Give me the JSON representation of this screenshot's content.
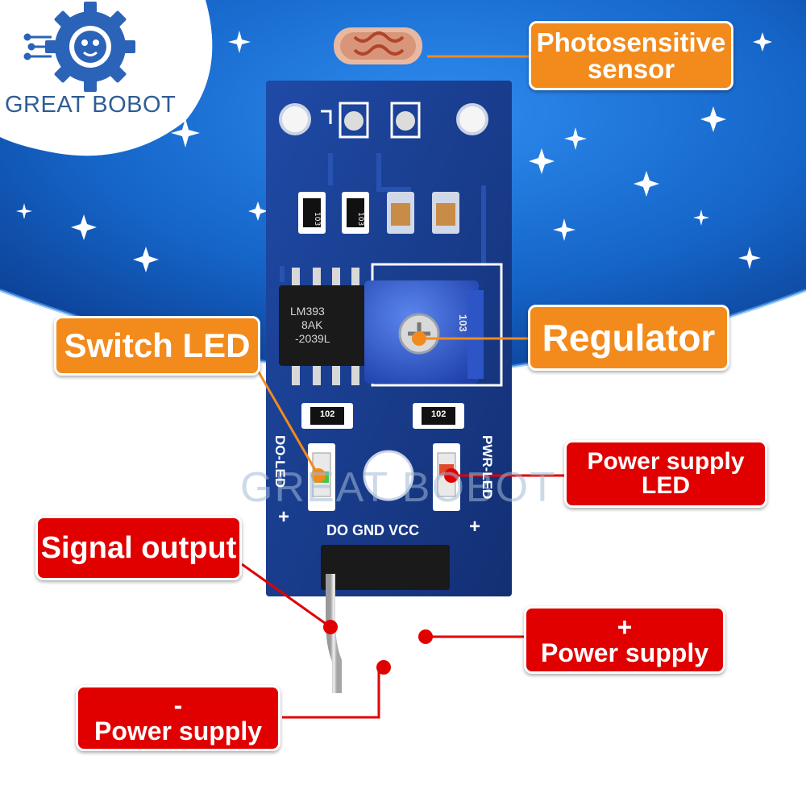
{
  "brand": {
    "name": "GREAT BOBOT",
    "watermark": "GREAT BOBOT"
  },
  "board": {
    "ic_text": [
      "LM393",
      "8AK",
      "-2039L"
    ],
    "pin_header_label": "DO GND VCC",
    "do_led_label": "DO-LED",
    "pwr_led_label": "PWR-LED",
    "resistor_codes": [
      "102",
      "102"
    ],
    "smd_codes": [
      "103",
      "103"
    ],
    "pot_code": "103"
  },
  "labels": {
    "photosensitive": [
      "Photosensitive",
      "sensor"
    ],
    "regulator": "Regulator",
    "switch_led": "Switch LED",
    "power_led": [
      "Power supply",
      "LED"
    ],
    "signal_output": "Signal output",
    "power_plus": [
      "+",
      "Power supply"
    ],
    "power_minus": [
      "-",
      "Power supply"
    ]
  },
  "colors": {
    "orange_label": "#f28a1c",
    "red_label": "#e00000",
    "pcb": "#1b3f8f",
    "sky": "#1e73d2",
    "pot": "#2b56c6"
  }
}
